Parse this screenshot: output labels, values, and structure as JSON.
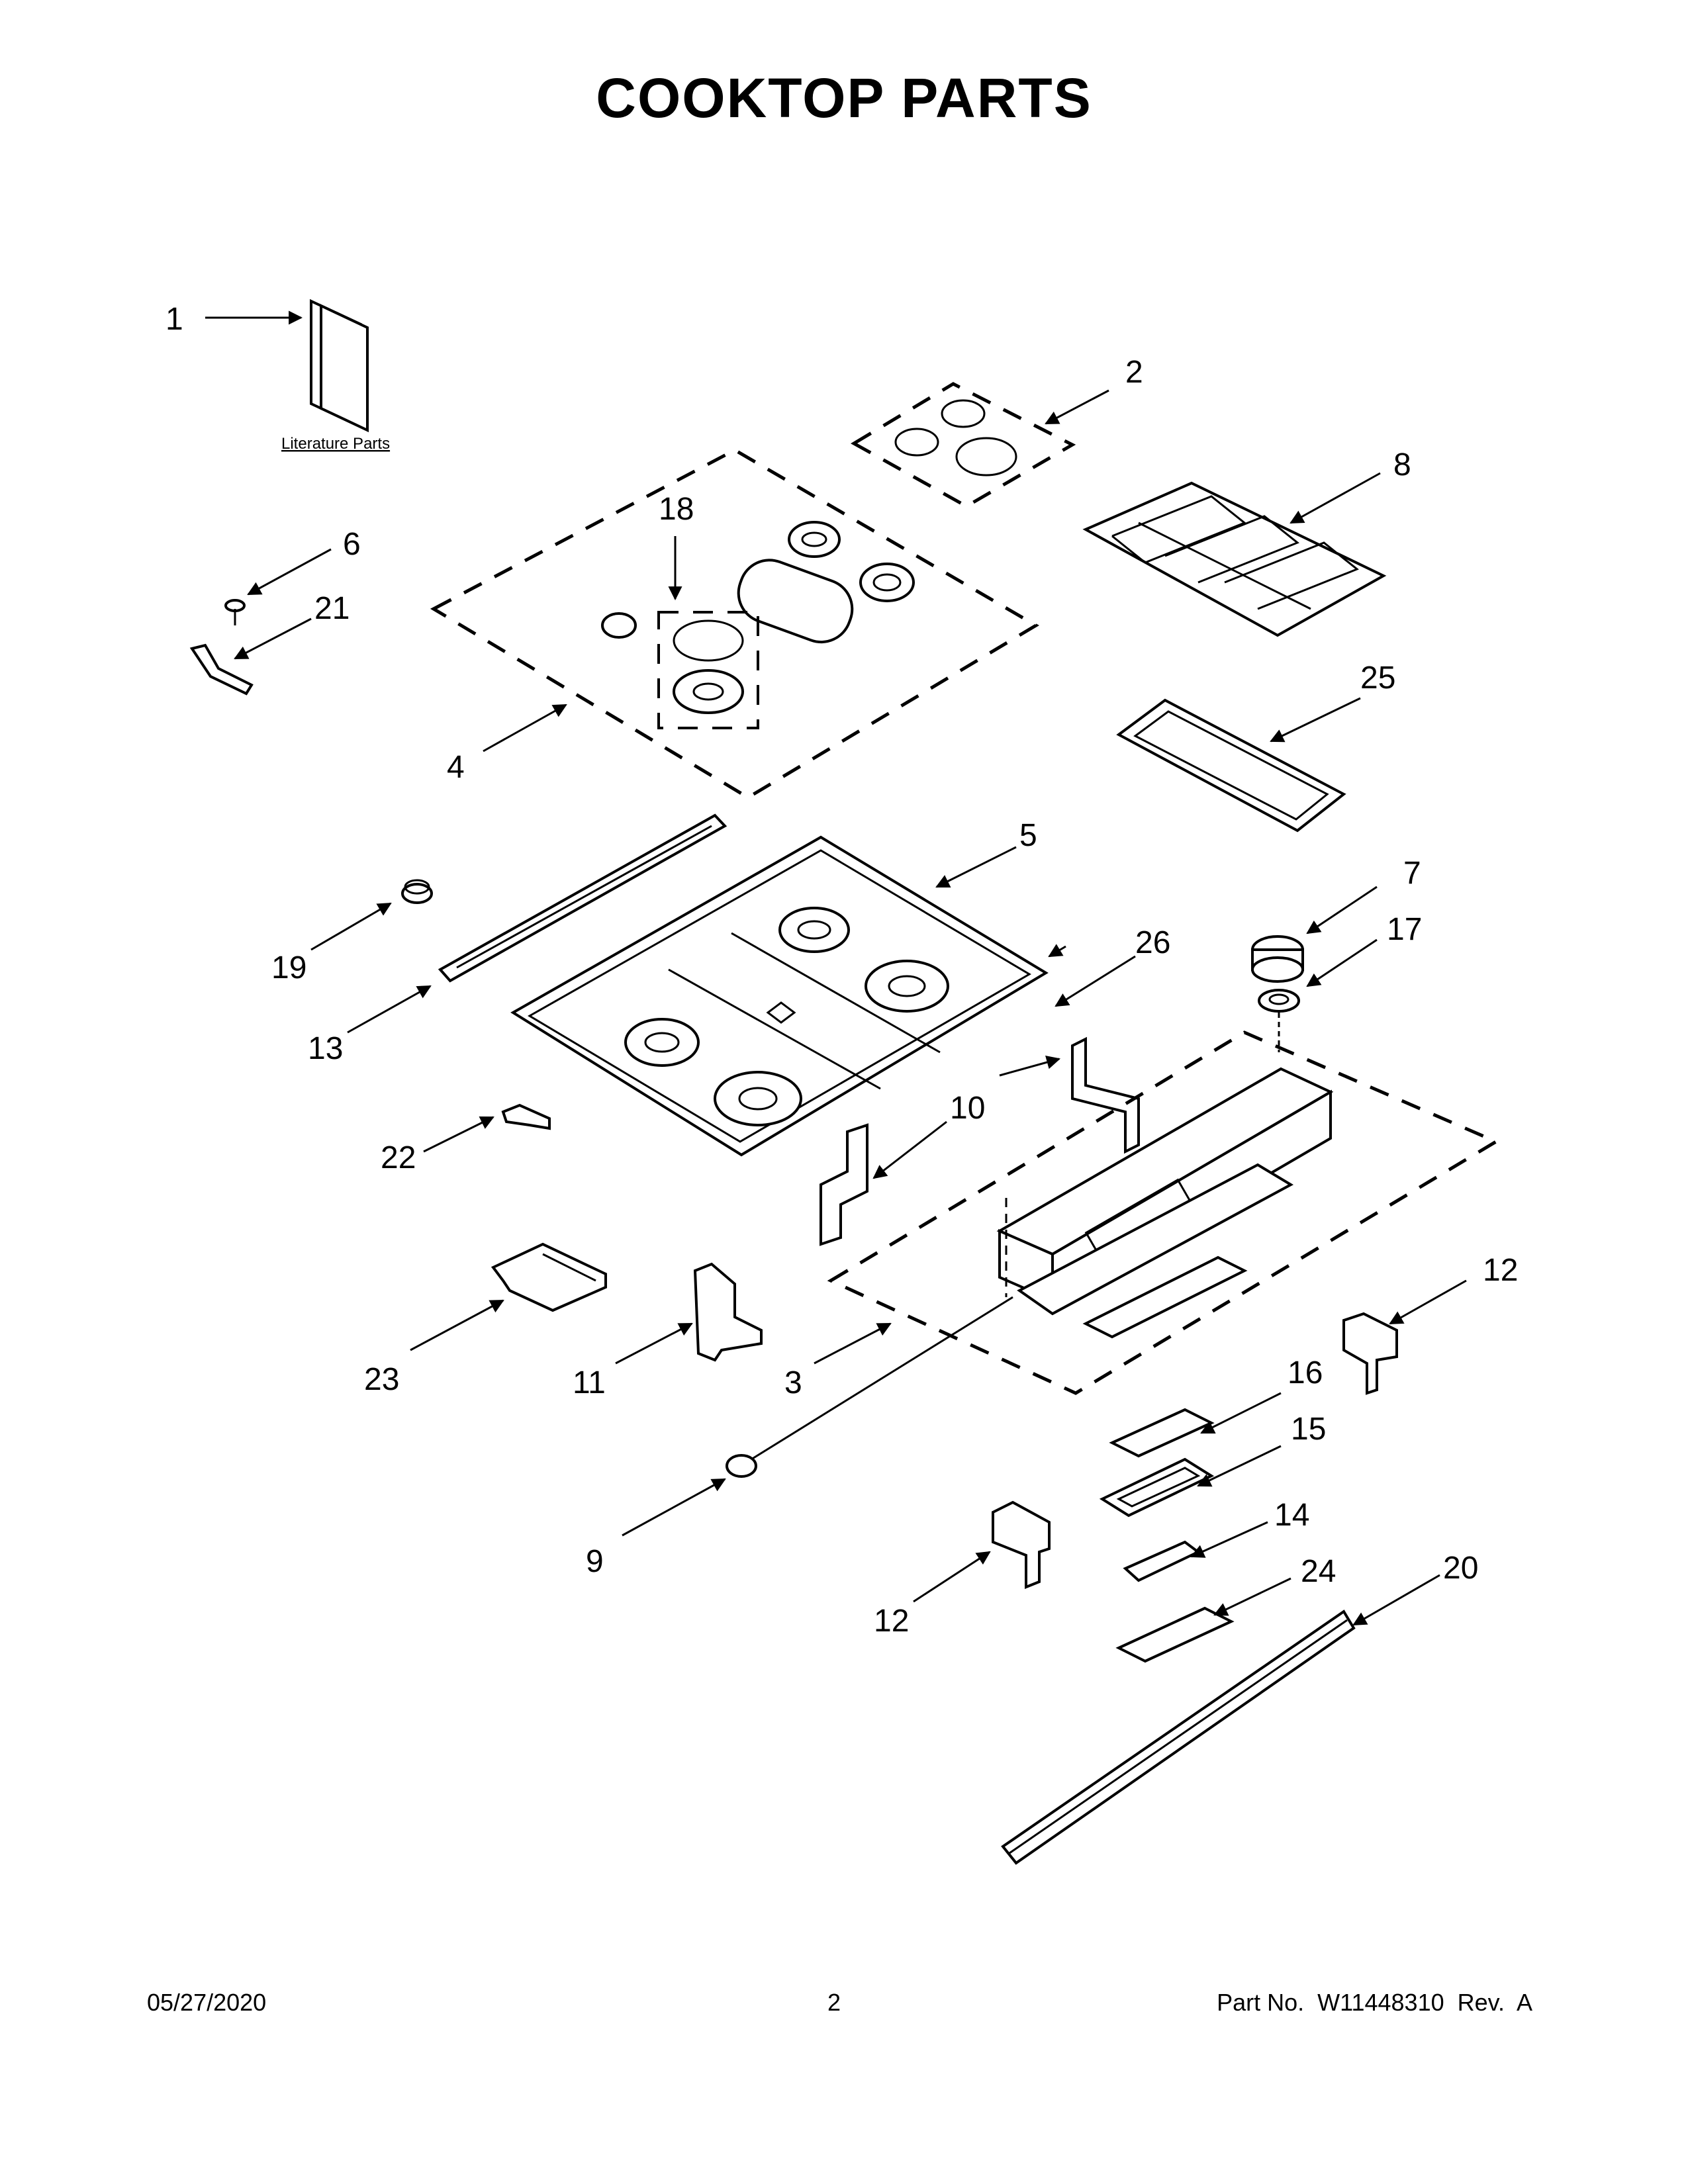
{
  "title": "COOKTOP PARTS",
  "literature_label": "Literature Parts",
  "callouts": [
    "1",
    "2",
    "3",
    "4",
    "5",
    "6",
    "7",
    "8",
    "9",
    "10",
    "11",
    "12",
    "12",
    "13",
    "14",
    "15",
    "16",
    "17",
    "18",
    "19",
    "20",
    "21",
    "22",
    "23",
    "24",
    "25",
    "26"
  ],
  "footer": {
    "date": "05/27/2020",
    "page": "2",
    "part": "Part No.  W11448310  Rev.  A"
  }
}
